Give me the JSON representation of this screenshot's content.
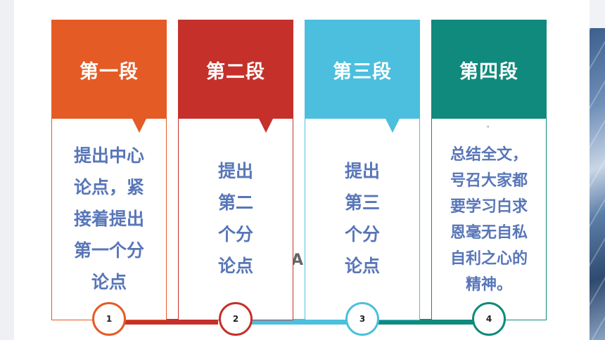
{
  "stages": [
    {
      "title": "第一段",
      "body": "提出中心\n论点，紧\n接着提出\n第一个分\n论点",
      "number": "1",
      "color": "#e55b25"
    },
    {
      "title": "第二段",
      "body": "提出\n第二\n个分\n论点",
      "number": "2",
      "color": "#c5302a"
    },
    {
      "title": "第三段",
      "body": "提出\n第三\n个分\n论点",
      "number": "3",
      "color": "#4bbfdd"
    },
    {
      "title": "第四段",
      "body": "总结全文，\n号召大家都\n要学习白求\n恩毫无自私\n自利之心的\n精神。",
      "number": "4",
      "color": "#0f8a7c"
    }
  ],
  "stage4_mark": "。",
  "background_text": "A:",
  "colors": {
    "body_text": "#5876b8"
  }
}
